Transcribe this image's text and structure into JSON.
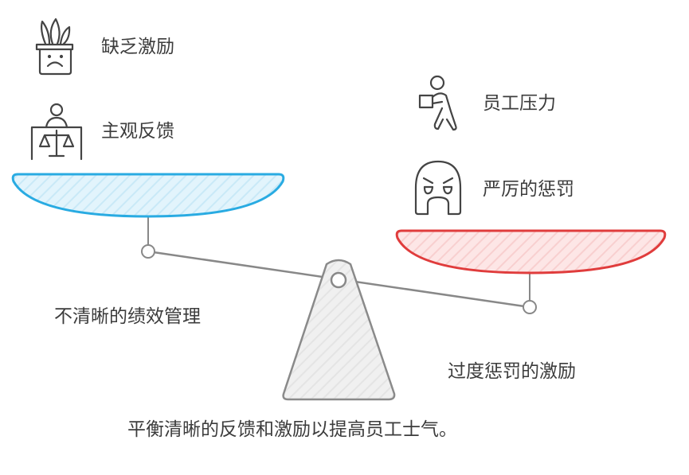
{
  "left_side": {
    "caption": "不清晰的绩效管理",
    "items": [
      {
        "label": "缺乏激励",
        "icon": "sad-plant-icon"
      },
      {
        "label": "主观反馈",
        "icon": "judge-scales-icon"
      }
    ],
    "color": "#29abe2",
    "fill": "#dff3fb"
  },
  "right_side": {
    "caption": "过度惩罚的激励",
    "items": [
      {
        "label": "员工压力",
        "icon": "person-carrying-box-icon"
      },
      {
        "label": "严厉的惩罚",
        "icon": "angry-face-icon"
      }
    ],
    "color": "#e03c3c",
    "fill": "#fde3e3"
  },
  "conclusion": "平衡清晰的反馈和激励以提高员工士气。"
}
